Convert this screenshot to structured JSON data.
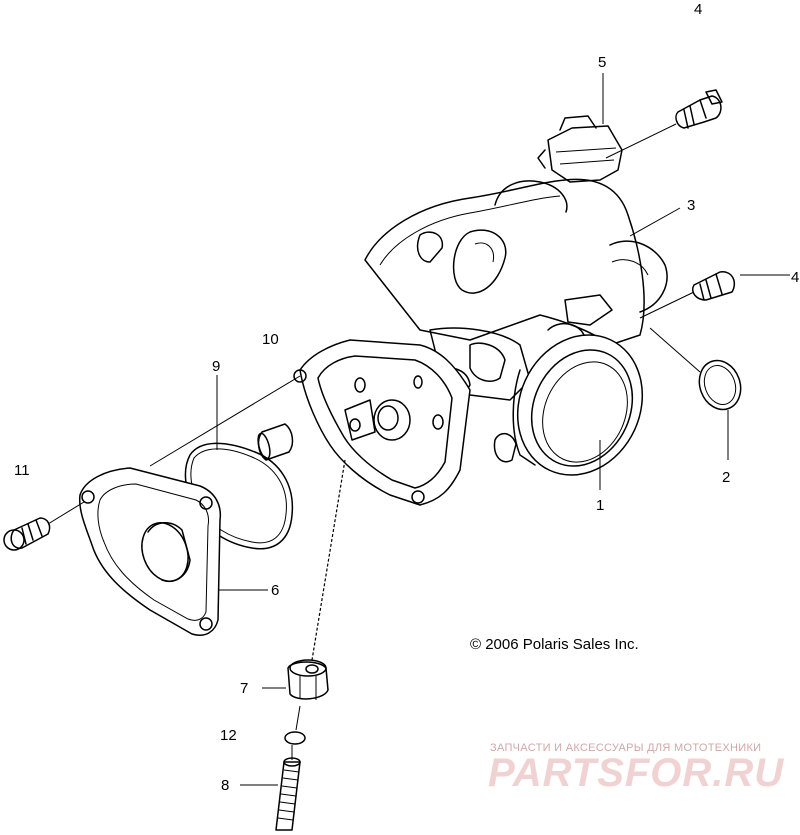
{
  "callouts": [
    {
      "id": "4-top",
      "text": "4"
    },
    {
      "id": "5",
      "text": "5"
    },
    {
      "id": "3",
      "text": "3"
    },
    {
      "id": "4-right",
      "text": "4"
    },
    {
      "id": "10",
      "text": "10"
    },
    {
      "id": "9",
      "text": "9"
    },
    {
      "id": "2",
      "text": "2"
    },
    {
      "id": "1",
      "text": "1"
    },
    {
      "id": "11",
      "text": "11"
    },
    {
      "id": "6",
      "text": "6"
    },
    {
      "id": "7",
      "text": "7"
    },
    {
      "id": "12",
      "text": "12"
    },
    {
      "id": "8",
      "text": "8"
    }
  ],
  "copyright": "© 2006 Polaris Sales Inc.",
  "watermark": {
    "tagline": "ЗАПЧАСТИ И АКСЕССУАРЫ ДЛЯ МОТОТЕХНИКИ",
    "brand": "PARTSFOR.RU",
    "color": "#f1d2d2"
  }
}
